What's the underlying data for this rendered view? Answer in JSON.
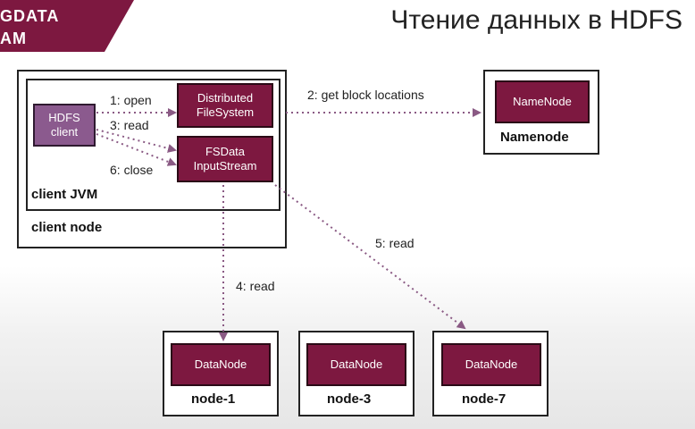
{
  "logo": {
    "line1": "GDATA",
    "line2": "AM"
  },
  "title": "Чтение данных в HDFS",
  "client_node": {
    "label": "client node",
    "jvm_label": "client JVM",
    "hdfs_client": "HDFS\nclient",
    "distributed_fs": "Distributed\nFileSystem",
    "fsdata_stream": "FSData\nInputStream"
  },
  "namenode": {
    "component": "NameNode",
    "label": "Namenode"
  },
  "datanodes": [
    {
      "component": "DataNode",
      "label": "node-1"
    },
    {
      "component": "DataNode",
      "label": "node-3"
    },
    {
      "component": "DataNode",
      "label": "node-7"
    }
  ],
  "arrows": {
    "open": "1: open",
    "get_block": "2: get block locations",
    "read3": "3: read",
    "read4": "4: read",
    "read5": "5: read",
    "close": "6: close"
  },
  "colors": {
    "component_fill": "#7d1840",
    "client_fill": "#8b5a8e",
    "arrow": "#8a5a84"
  }
}
